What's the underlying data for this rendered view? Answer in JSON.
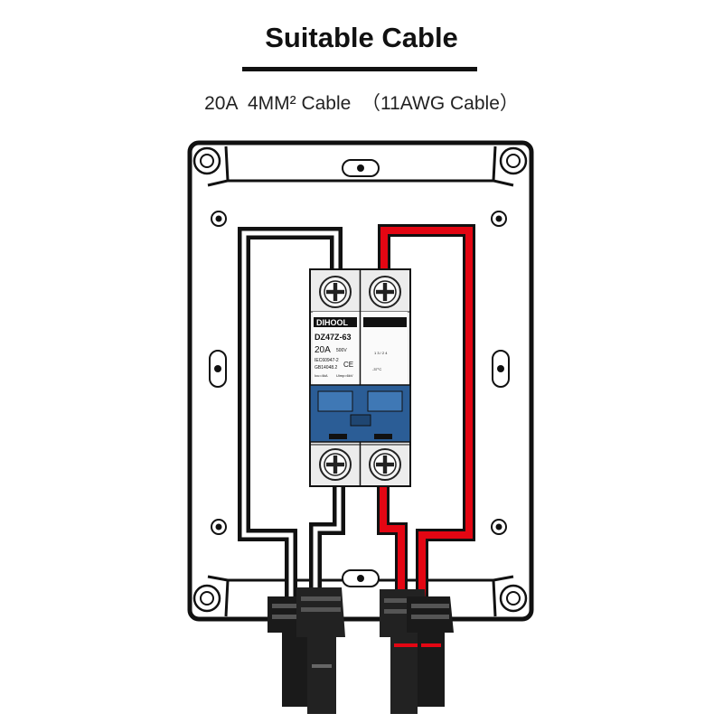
{
  "header": {
    "title": "Suitable Cable",
    "subtitle": "20A  4MM² Cable  （11AWG Cable）"
  },
  "breaker": {
    "brand": "DIHOOL",
    "model": "DZ47Z-63",
    "rating": "20A",
    "voltage": "500V",
    "ce_mark": "CE",
    "standard_1": "IEC60947-2",
    "standard_2": "GB14048.2",
    "spec_line_left": "Icu=4kA",
    "spec_line_right": "Uimp=6kV",
    "terminal_marks": "1 3 / 2 4",
    "temp_mark": "-37°C"
  },
  "colors": {
    "enclosure_outline": "#111111",
    "negative_cable": "#111111",
    "positive_cable": "#e30613",
    "breaker_body": "#e8e8e8",
    "breaker_toggle": "#2b5d96"
  },
  "icons": {
    "screw": "phillips-screw-icon",
    "mount_hole": "mounting-hole-icon",
    "connector": "mc4-connector-icon"
  }
}
